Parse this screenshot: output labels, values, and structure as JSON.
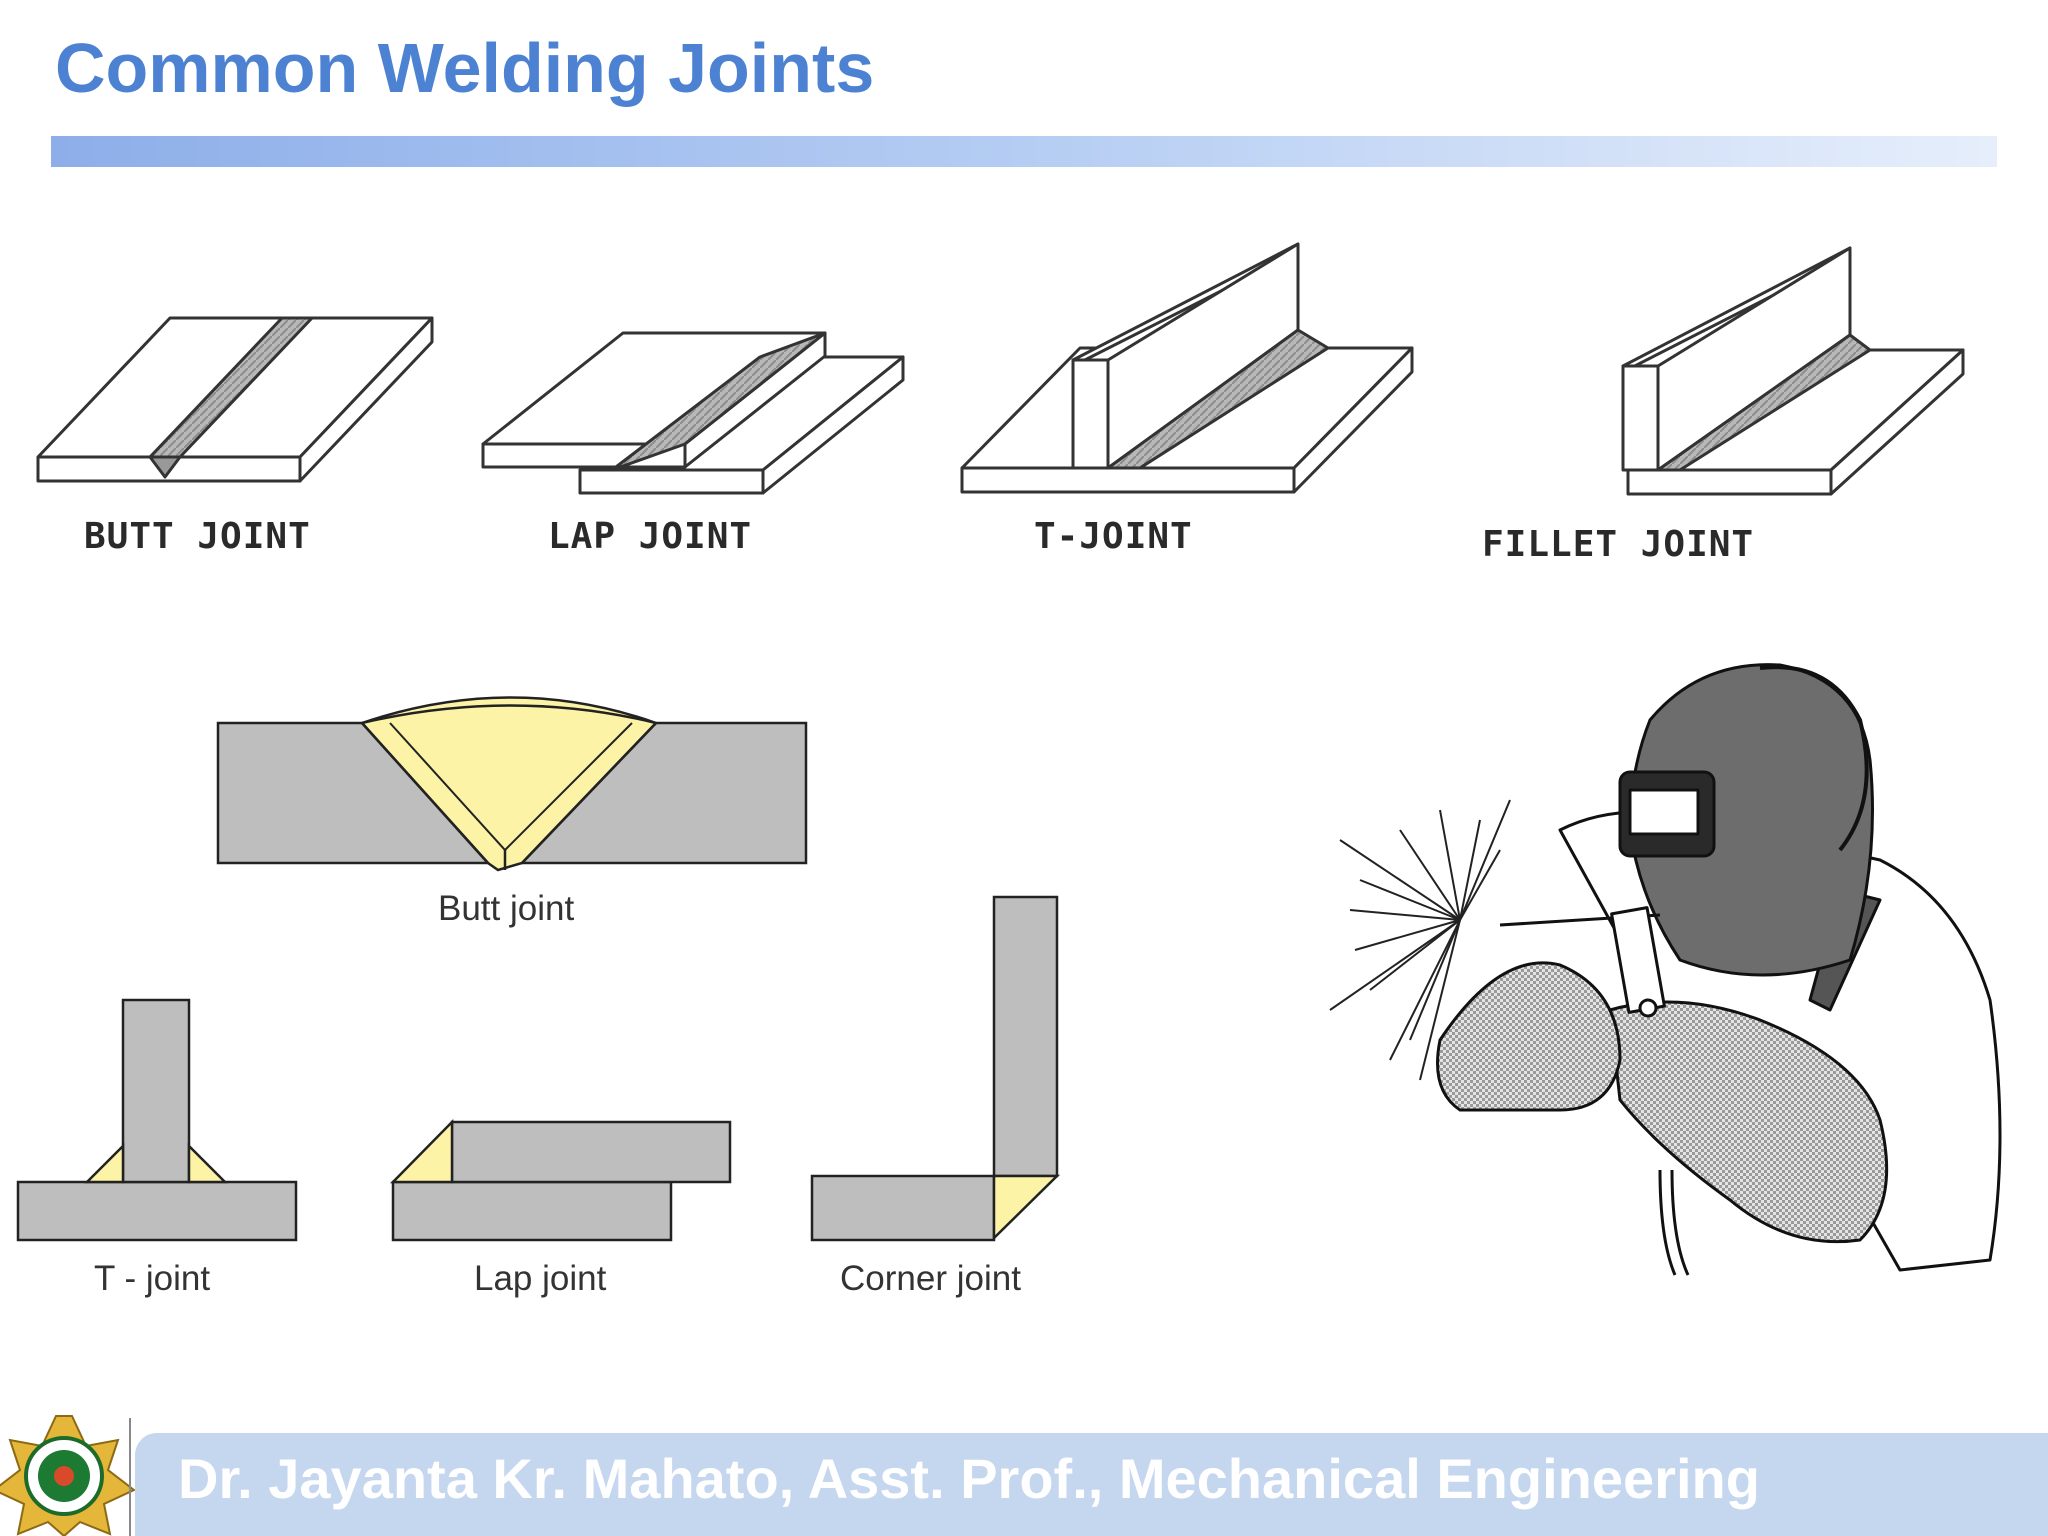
{
  "slide": {
    "title": "Common Welding Joints",
    "footer": "Dr. Jayanta Kr. Mahato, Asst. Prof., Mechanical Engineering"
  },
  "isometric_joints": [
    {
      "label": "BUTT JOINT"
    },
    {
      "label": "LAP JOINT"
    },
    {
      "label": "T-JOINT"
    },
    {
      "label": "FILLET JOINT"
    }
  ],
  "section_joints": {
    "butt": "Butt joint",
    "t": "T - joint",
    "lap": "Lap joint",
    "corner": "Corner joint"
  },
  "colors": {
    "title": "#4d82d2",
    "plate": "#bebebe",
    "weld_fill": "#fcf3a6",
    "footer_bar": "#c5d6ef"
  },
  "images": {
    "welder": "welder-illustration",
    "logo": "university-logo"
  }
}
